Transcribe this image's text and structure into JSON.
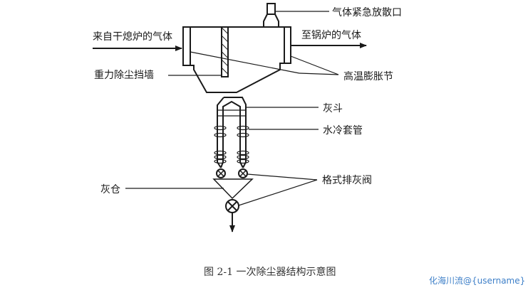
{
  "diagram": {
    "labels": {
      "emergency_vent": "气体紧急放散口",
      "inlet_gas": "来自干熄炉的气体",
      "outlet_gas": "至锅炉的气体",
      "gravity_baffle": "重力除尘挡墙",
      "expansion_joint": "高温膨胀节",
      "ash_hopper": "灰斗",
      "water_jacket": "水冷套管",
      "rotary_valve": "格式排灰阀",
      "ash_bin": "灰仓"
    },
    "caption": "图 2-1  一次除尘器结构示意图",
    "watermark": "化海川流@{username}"
  },
  "colors": {
    "line": "#1a1a1a",
    "text": "#1a1a1a",
    "caption": "#333333",
    "watermark": "#3d7fc8"
  }
}
